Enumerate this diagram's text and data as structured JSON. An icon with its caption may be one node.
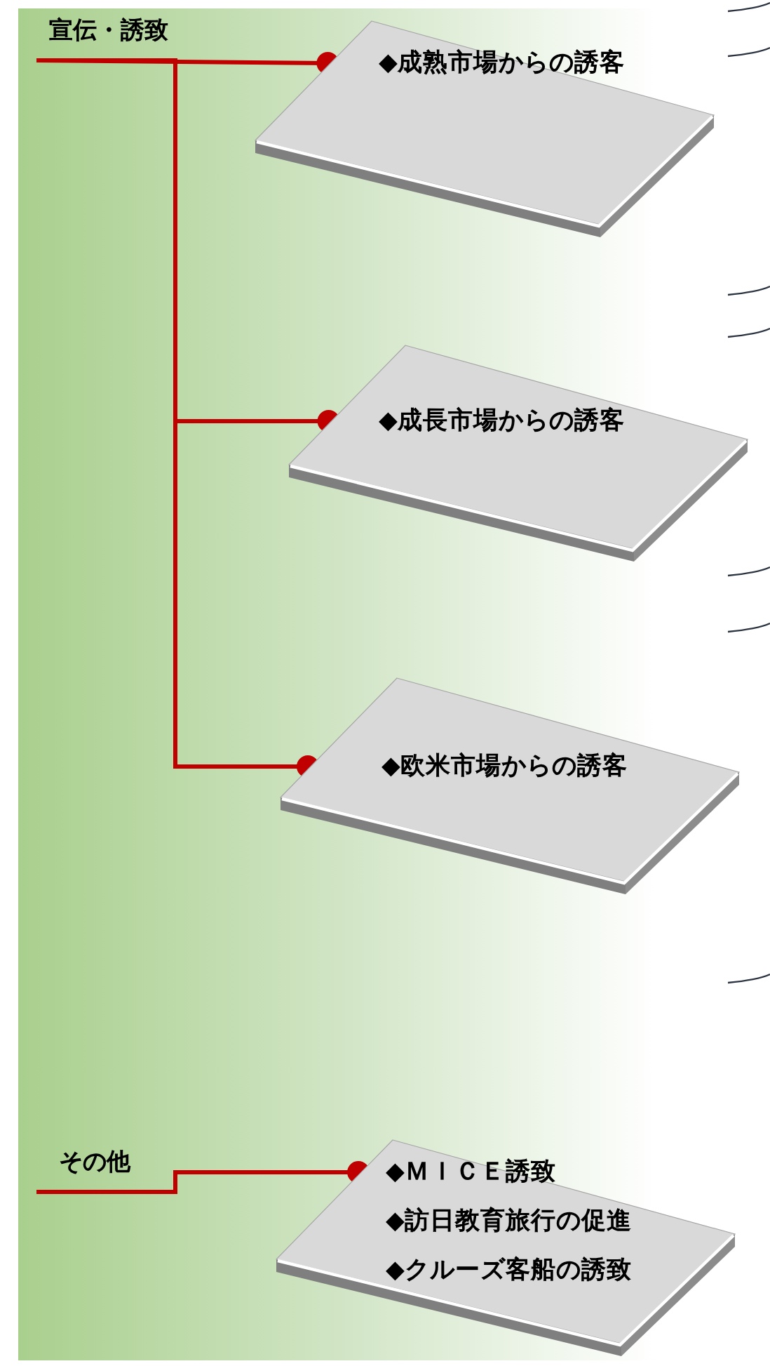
{
  "diagram": {
    "nodes": [
      {
        "text": [
          "宣伝・誘致"
        ]
      },
      {
        "text": [
          "◆成熟市場からの誘客"
        ]
      },
      {
        "text": [
          "◆成長市場からの誘客"
        ]
      },
      {
        "text": [
          "◆欧米市場からの誘客"
        ]
      },
      {
        "text": [
          "その他"
        ]
      },
      {
        "text": [
          "◆ＭＩＣＥ誘致",
          "◆訪日教育旅行の促進",
          "◆クルーズ客船の誘致"
        ]
      }
    ],
    "edges": [
      {
        "from": 0,
        "to": 1,
        "arrow": "other"
      },
      {
        "from": 0,
        "to": 2,
        "arrow": "other"
      },
      {
        "from": 0,
        "to": 3,
        "arrow": "other"
      },
      {
        "from": 4,
        "to": 5,
        "arrow": "other"
      }
    ]
  }
}
